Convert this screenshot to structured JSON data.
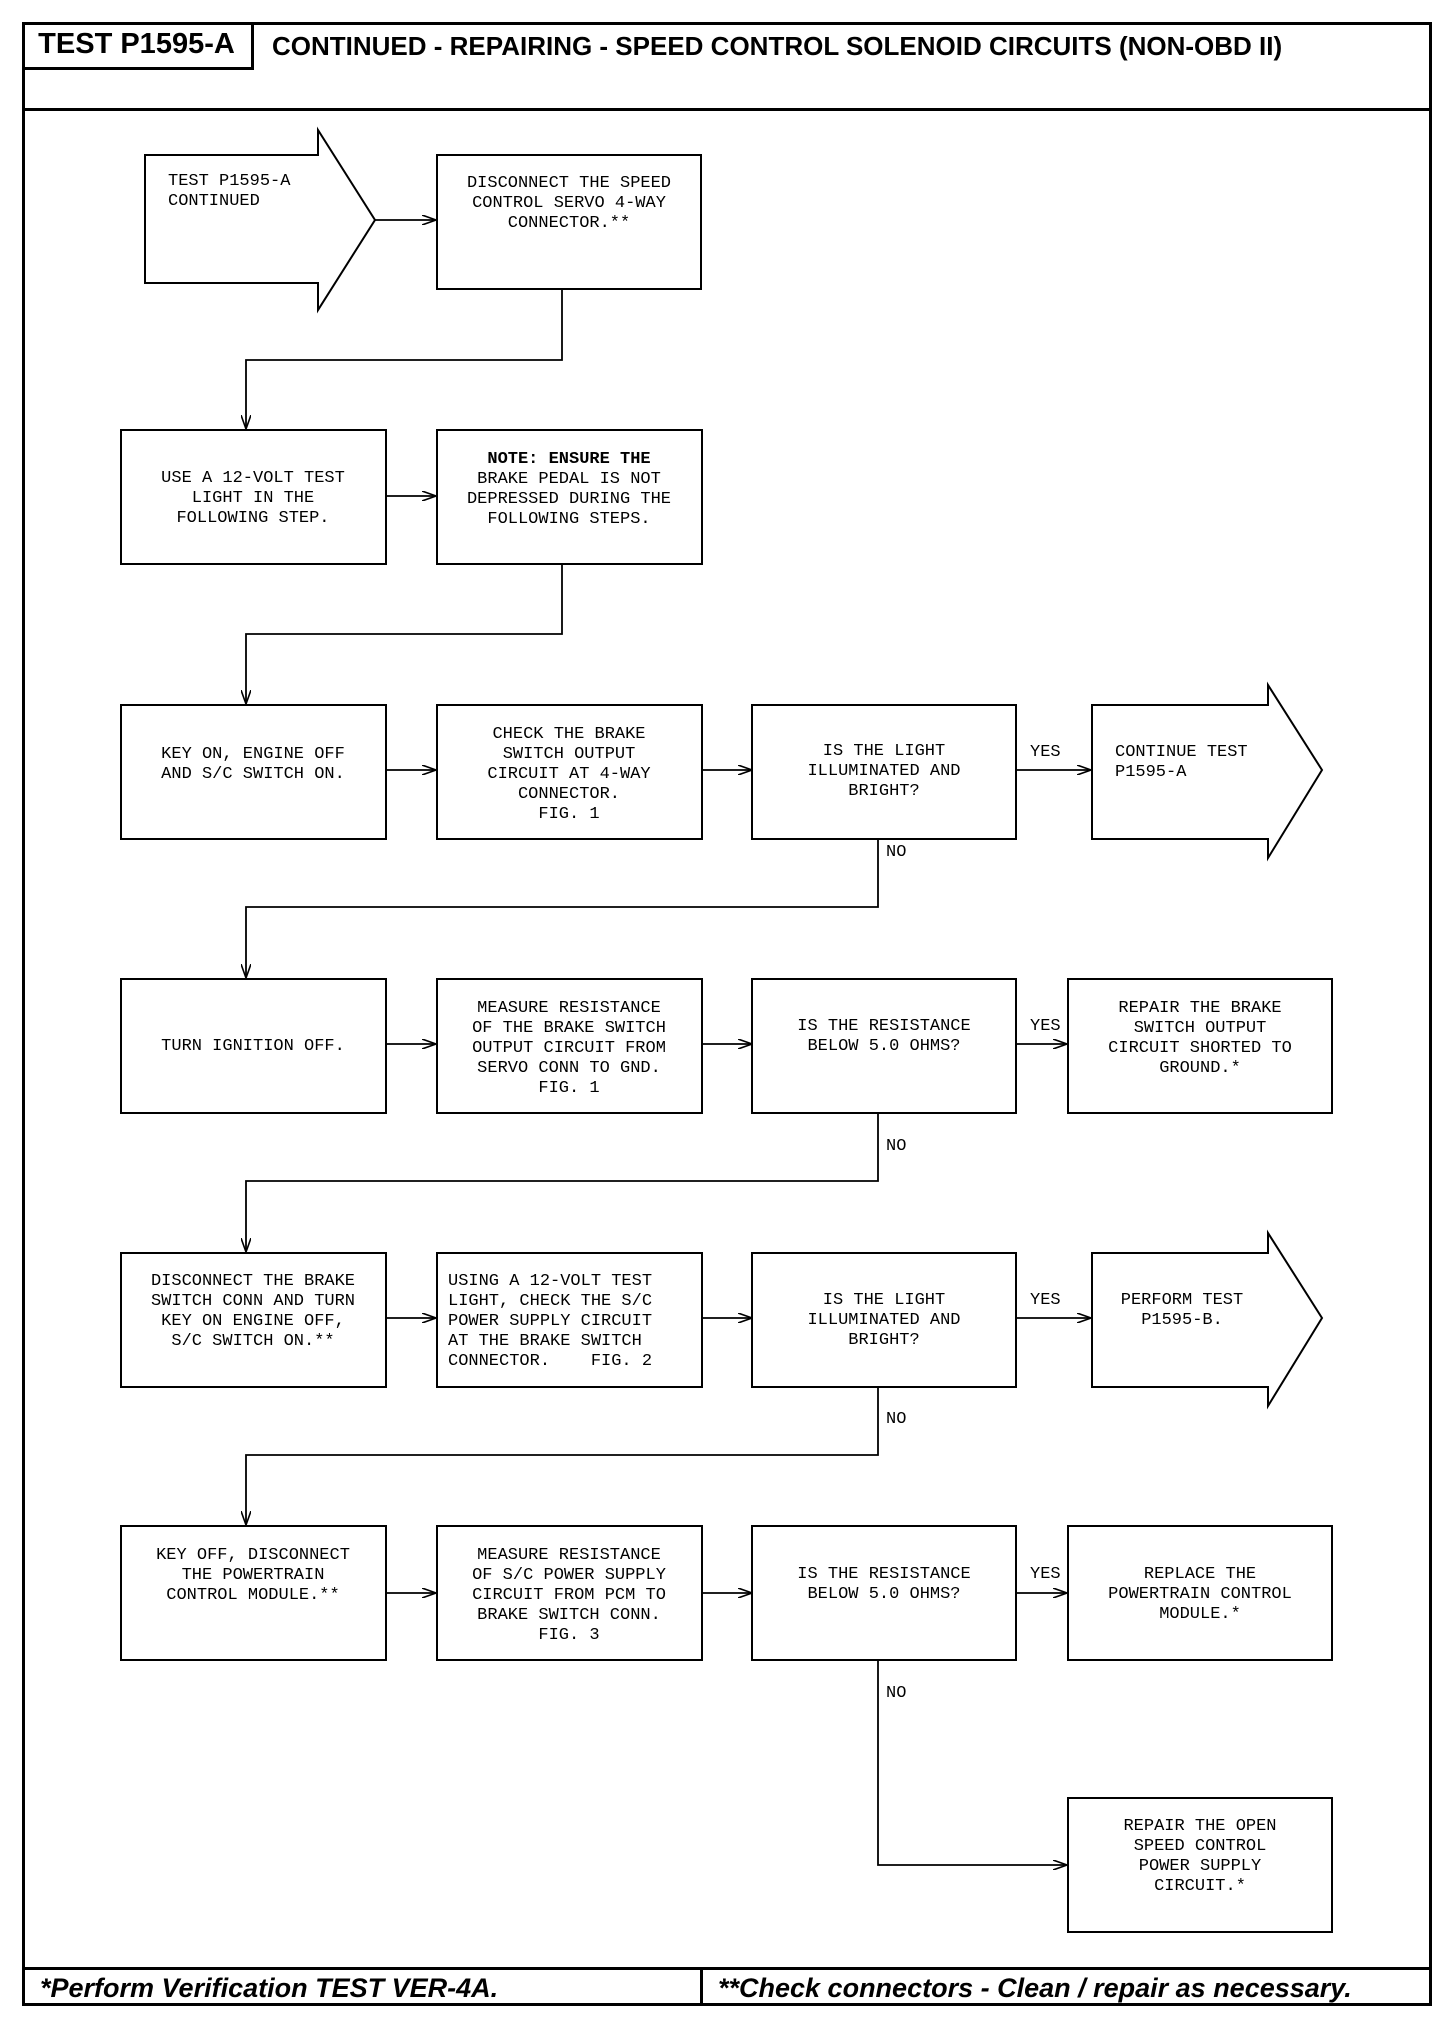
{
  "header": {
    "test_tag": "TEST P1595-A",
    "title": "CONTINUED - REPAIRING - SPEED CONTROL SOLENOID CIRCUITS (NON-OBD II)"
  },
  "footer": {
    "left_note": "*Perform Verification TEST VER-4A.",
    "right_note": "**Check connectors - Clean / repair as necessary."
  },
  "flowchart": {
    "start": [
      "TEST P1595-A",
      "CONTINUED"
    ],
    "disconnect_servo": [
      "DISCONNECT THE SPEED",
      "CONTROL SERVO 4-WAY",
      "CONNECTOR.**"
    ],
    "use_test_light": [
      "USE A 12-VOLT TEST",
      "LIGHT IN THE",
      "FOLLOWING STEP."
    ],
    "note_brake": [
      "NOTE: ENSURE THE",
      "BRAKE PEDAL IS NOT",
      "DEPRESSED DURING THE",
      "FOLLOWING STEPS."
    ],
    "key_on": [
      "KEY ON, ENGINE OFF",
      "AND S/C SWITCH ON."
    ],
    "check_brake_switch": [
      "CHECK THE BRAKE",
      "SWITCH OUTPUT",
      "CIRCUIT AT 4-WAY",
      "CONNECTOR.",
      "FIG. 1"
    ],
    "q_light_1": [
      "IS THE LIGHT",
      "ILLUMINATED AND",
      "BRIGHT?"
    ],
    "continue_test": [
      "CONTINUE TEST",
      "P1595-A"
    ],
    "turn_ignition_off": [
      "TURN IGNITION OFF."
    ],
    "measure_brake_switch": [
      "MEASURE RESISTANCE",
      "OF THE BRAKE SWITCH",
      "OUTPUT CIRCUIT FROM",
      "SERVO CONN TO GND.",
      "FIG. 1"
    ],
    "q_resistance_1": [
      "IS THE RESISTANCE",
      "BELOW 5.0 OHMS?"
    ],
    "repair_brake_output": [
      "REPAIR THE BRAKE",
      "SWITCH OUTPUT",
      "CIRCUIT SHORTED TO",
      "GROUND.*"
    ],
    "disconnect_brake_switch": [
      "DISCONNECT THE BRAKE",
      "SWITCH CONN AND TURN",
      "KEY ON ENGINE OFF,",
      "S/C SWITCH ON.**"
    ],
    "check_power_supply": [
      "USING A 12-VOLT TEST",
      "LIGHT, CHECK THE S/C",
      "POWER SUPPLY CIRCUIT",
      "AT THE BRAKE SWITCH",
      "CONNECTOR.    FIG. 2"
    ],
    "q_light_2": [
      "IS THE LIGHT",
      "ILLUMINATED AND",
      "BRIGHT?"
    ],
    "perform_test_b": [
      "PERFORM TEST",
      "P1595-B."
    ],
    "key_off_pcm": [
      "KEY OFF, DISCONNECT",
      "THE POWERTRAIN",
      "CONTROL MODULE.**"
    ],
    "measure_power_supply": [
      "MEASURE RESISTANCE",
      "OF S/C POWER SUPPLY",
      "CIRCUIT FROM PCM TO",
      "BRAKE SWITCH CONN.",
      "FIG. 3"
    ],
    "q_resistance_2": [
      "IS THE RESISTANCE",
      "BELOW 5.0 OHMS?"
    ],
    "replace_pcm": [
      "REPLACE THE",
      "POWERTRAIN CONTROL",
      "MODULE.*"
    ],
    "repair_open": [
      "REPAIR THE OPEN",
      "SPEED CONTROL",
      "POWER SUPPLY",
      "CIRCUIT.*"
    ],
    "yes_label": "YES",
    "no_label": "NO"
  }
}
